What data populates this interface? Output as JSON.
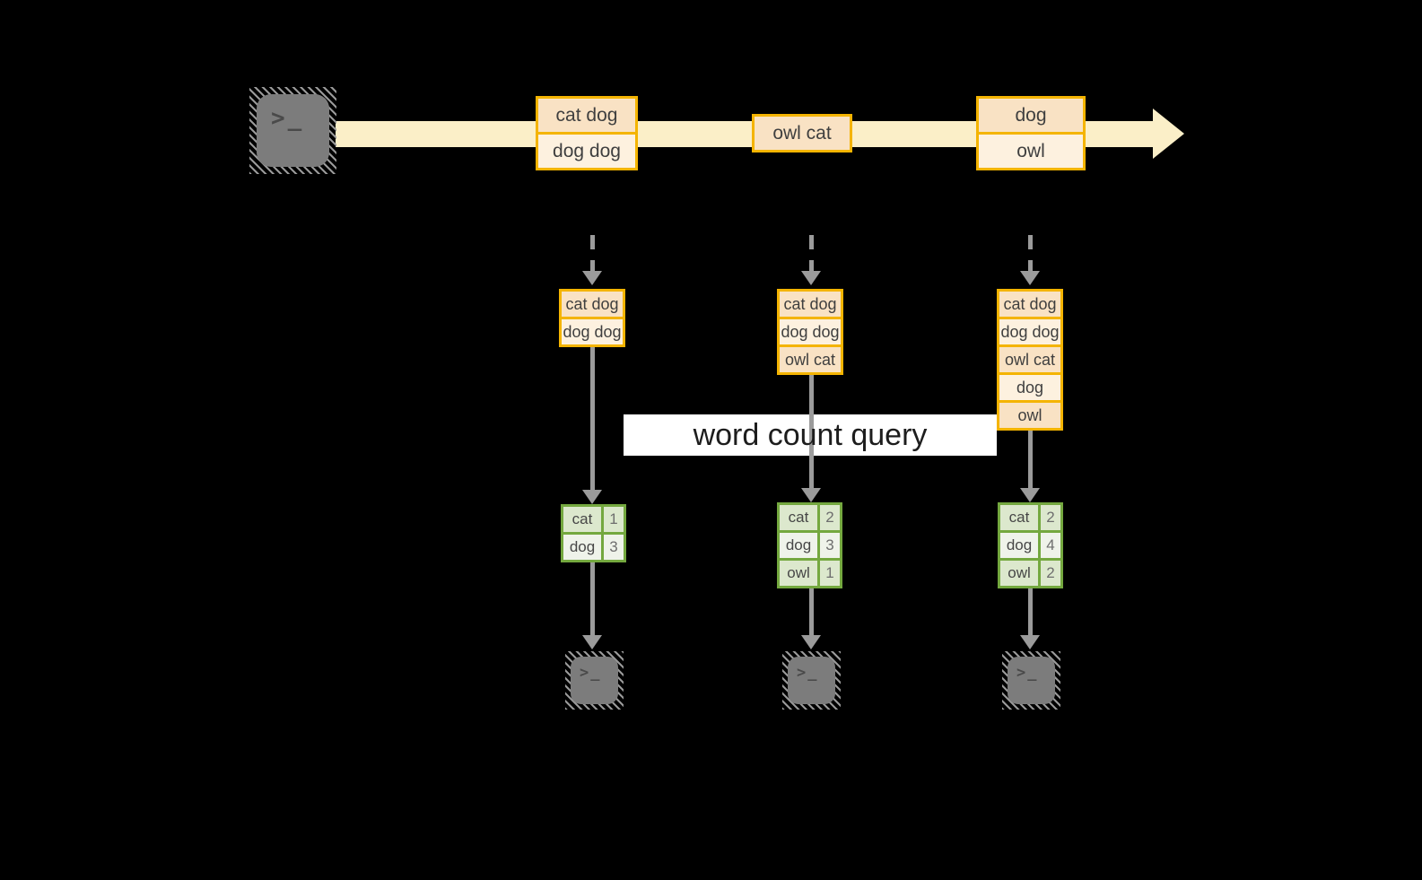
{
  "diagram": {
    "query_label": "word count query",
    "terminal_glyph": ">_",
    "stream_events": [
      {
        "rows": [
          "cat dog",
          "dog dog"
        ]
      },
      {
        "rows": [
          "owl cat"
        ]
      },
      {
        "rows": [
          "dog",
          "owl"
        ]
      }
    ],
    "pipelines": [
      {
        "state_rows": [
          "cat dog",
          "dog dog"
        ],
        "counts": [
          {
            "word": "cat",
            "count": "1"
          },
          {
            "word": "dog",
            "count": "3"
          }
        ]
      },
      {
        "state_rows": [
          "cat dog",
          "dog dog",
          "owl cat"
        ],
        "counts": [
          {
            "word": "cat",
            "count": "2"
          },
          {
            "word": "dog",
            "count": "3"
          },
          {
            "word": "owl",
            "count": "1"
          }
        ]
      },
      {
        "state_rows": [
          "cat dog",
          "dog dog",
          "owl cat",
          "dog",
          "owl"
        ],
        "counts": [
          {
            "word": "cat",
            "count": "2"
          },
          {
            "word": "dog",
            "count": "4"
          },
          {
            "word": "owl",
            "count": "2"
          }
        ]
      }
    ],
    "colors": {
      "gold_border": "#F4B400",
      "peach_dark": "#F9E2C4",
      "peach_light": "#FDF1DF",
      "stream_band": "#FBEFC8",
      "green_border": "#74A83F",
      "green_dark": "#DCE8CD",
      "green_light": "#EFF3EA",
      "arrow_gray": "#9B9B9B",
      "query_band": "#FFFFFF"
    }
  }
}
